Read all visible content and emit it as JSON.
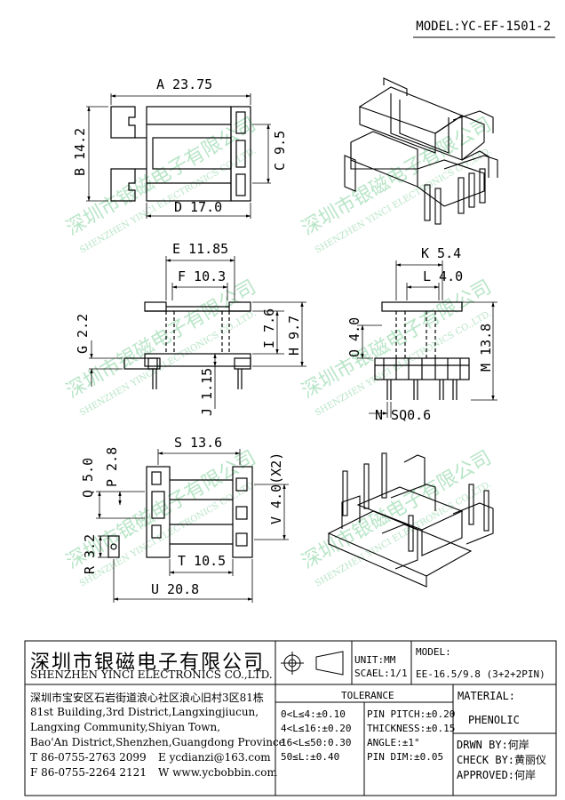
{
  "header": {
    "model": "MODEL:YC-EF-1501-2"
  },
  "watermark": {
    "cn": "深圳市银磁电子有限公司",
    "en": "SHENZHEN YINCI ELECTRONICS CO.,LTD."
  },
  "dimensions": {
    "A": "A 23.75",
    "B": "B 14.2",
    "C": "C 9.5",
    "D": "D 17.0",
    "E": "E 11.85",
    "F": "F 10.3",
    "G": "G 2.2",
    "I": "I 7.6",
    "H": "H 9.7",
    "J": "J 1.15",
    "K": "K 5.4",
    "L": "L 4.0",
    "O": "O 4.0",
    "M": "M 13.8",
    "N": "N SQ0.6",
    "S": "S 13.6",
    "P": "P 2.8",
    "Q": "Q 5.0",
    "V": "V 4.0(X2)",
    "R": "R 3.2",
    "T": "T 10.5",
    "U": "U 20.8"
  },
  "title_block": {
    "company_cn": "深圳市银磁电子有限公司",
    "company_en": "SHENZHEN YINCI ELECTRONICS CO.,LTD.",
    "unit": "UNIT:MM",
    "scale": "SCAEL:1/1",
    "model_label": "MODEL:",
    "model_value": "EE-16.5/9.8 (3+2+2PIN)",
    "address_cn": "深圳市宝安区石岩街道浪心社区浪心旧村3区81栋",
    "address_en_1": "81st Building,3rd District,Langxingjiucun,",
    "address_en_2": "Langxing Community,Shiyan Town,",
    "address_en_3": "Bao'An District,Shenzhen,Guangdong Province",
    "tel": "T 86-0755-2763 2099",
    "email": "E ycdianzi@163.com",
    "fax": "F 86-0755-2264 2121",
    "web": "W www.ycbobbin.com",
    "tolerance_title": "TOLERANCE",
    "tol_1": "0<L≤4:±0.10",
    "tol_2": "4<L≤16:±0.20",
    "tol_3": "16<L≤50:0.30",
    "tol_4": "50≤L:±0.40",
    "pin_pitch": "PIN PITCH:±0.20",
    "thickness": "THICKNESS:±0.15",
    "angle": "ANGLE:±1°",
    "pin_dim": "PIN DIM:±0.05",
    "material_label": "MATERIAL:",
    "material_value": "PHENOLIC",
    "drawn_by": "DRWN BY:何岸",
    "check_by": "CHECK BY:黄丽仪",
    "approved": "APPROVED:何岸"
  }
}
